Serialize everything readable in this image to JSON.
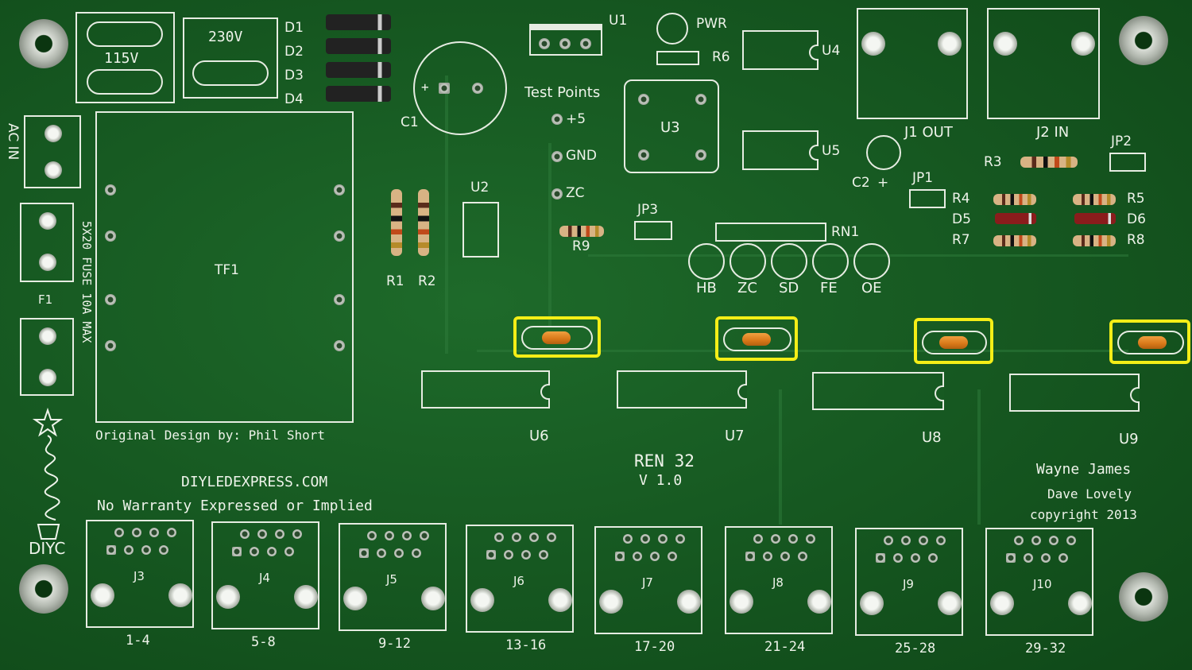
{
  "board": {
    "title": "REN 32",
    "version": "V 1.0",
    "website": "DIYLEDEXPRESS.COM",
    "warranty": "No Warranty Expressed or Implied",
    "original_design": "Original Design by: Phil Short",
    "credits": [
      "Wayne James",
      "Dave Lovely",
      "copyright 2013"
    ],
    "logo_text": "DIYC",
    "highlight_color": "#f4ee17",
    "pcb_color": "#175a22"
  },
  "power": {
    "v115": "115V",
    "v230": "230V",
    "ac_in": "AC IN",
    "fuse": "5X20 FUSE 10A MAX",
    "fuse_ref": "F1",
    "transformer": "TF1"
  },
  "components": {
    "diodes": [
      "D1",
      "D2",
      "D3",
      "D4"
    ],
    "u1": "U1",
    "u2": "U2",
    "u3": "U3",
    "u4": "U4",
    "u5": "U5",
    "c1": "C1",
    "c2": "C2",
    "c2_plus": "+",
    "pwr": "PWR",
    "r6": "R6",
    "r1": "R1",
    "r2": "R2",
    "r9": "R9",
    "r3": "R3",
    "r4": "R4",
    "r5": "R5",
    "r7": "R7",
    "r8": "R8",
    "d5": "D5",
    "d6": "D6",
    "jp1": "JP1",
    "jp2": "JP2",
    "jp3": "JP3",
    "rn1": "RN1",
    "test_points": "Test Points",
    "tp_labels": [
      "+5",
      "GND",
      "ZC"
    ],
    "leds": [
      "HB",
      "ZC",
      "SD",
      "FE",
      "OE"
    ],
    "j1": "J1 OUT",
    "j2": "J2 IN",
    "drivers": [
      "U6",
      "U7",
      "U8",
      "U9"
    ]
  },
  "outputs": [
    {
      "ref": "J3",
      "range": "1-4"
    },
    {
      "ref": "J4",
      "range": "5-8"
    },
    {
      "ref": "J5",
      "range": "9-12"
    },
    {
      "ref": "J6",
      "range": "13-16"
    },
    {
      "ref": "J7",
      "range": "17-20"
    },
    {
      "ref": "J8",
      "range": "21-24"
    },
    {
      "ref": "J9",
      "range": "25-28"
    },
    {
      "ref": "J10",
      "range": "29-32"
    }
  ]
}
